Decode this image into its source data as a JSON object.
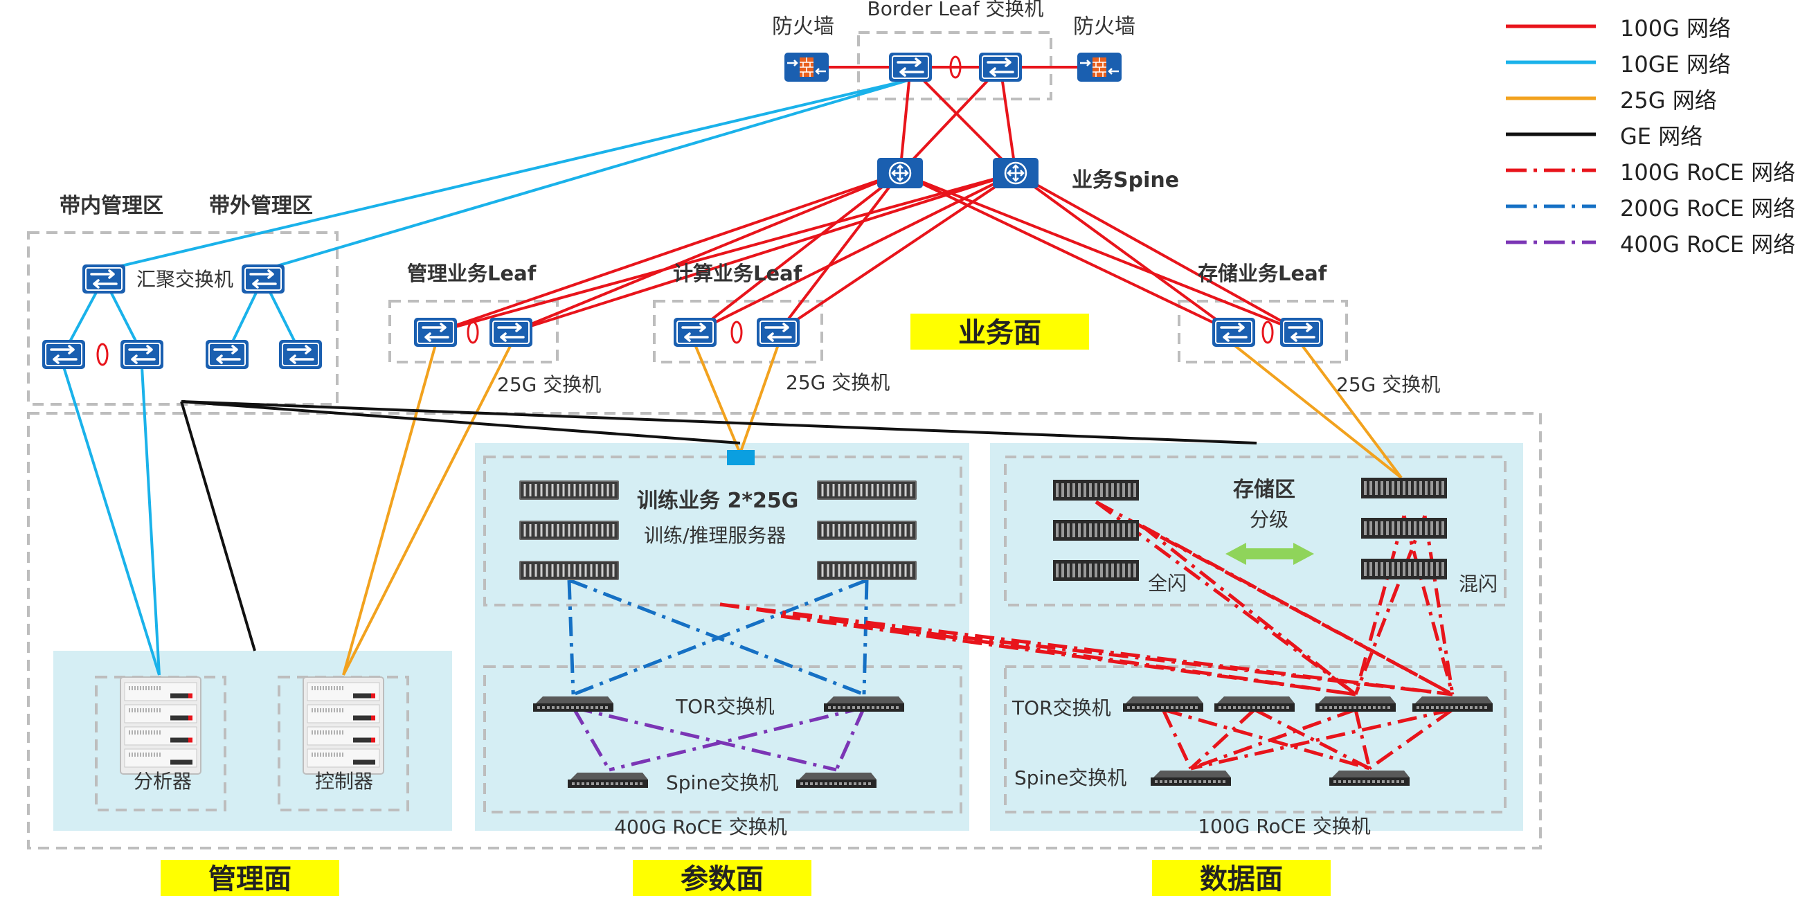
{
  "labels": {
    "firewall_left": "防火墙",
    "firewall_right": "防火墙",
    "border_leaf": "Border Leaf 交换机",
    "biz_spine": "业务Spine",
    "inband_mgmt": "带内管理区",
    "outband_mgmt": "带外管理区",
    "agg_switch": "汇聚交换机",
    "mgmt_leaf": "管理业务Leaf",
    "compute_leaf": "计算业务Leaf",
    "storage_leaf": "存储业务Leaf",
    "switch_25g_a": "25G 交换机",
    "switch_25g_b": "25G 交换机",
    "switch_25g_c": "25G 交换机",
    "training_biz": "训练业务 2*25G",
    "training_servers": "训练/推理服务器",
    "tor_switch_param": "TOR交换机",
    "spine_switch_param": "Spine交换机",
    "roce_400g": "400G RoCE 交换机",
    "storage_zone": "存储区",
    "tiering": "分级",
    "all_flash": "全闪",
    "hybrid_flash": "混闪",
    "tor_switch_data": "TOR交换机",
    "spine_switch_data": "Spine交换机",
    "roce_100g": "100G RoCE 交换机",
    "analyzer": "分析器",
    "controller": "控制器"
  },
  "planes": {
    "business": "业务面",
    "management": "管理面",
    "parameter": "参数面",
    "data": "数据面"
  },
  "legend": [
    {
      "label": "100G 网络",
      "color": "#e8141b",
      "style": "solid"
    },
    {
      "label": "10GE 网络",
      "color": "#1ab2ea",
      "style": "solid"
    },
    {
      "label": "25G 网络",
      "color": "#f2a21e",
      "style": "solid"
    },
    {
      "label": "GE 网络",
      "color": "#111111",
      "style": "solid"
    },
    {
      "label": "100G RoCE 网络",
      "color": "#e8141b",
      "style": "dashdot"
    },
    {
      "label": "200G RoCE 网络",
      "color": "#1570c4",
      "style": "dashdot"
    },
    {
      "label": "400G RoCE 网络",
      "color": "#7b35b5",
      "style": "dashdot"
    }
  ],
  "colors": {
    "red": "#e8141b",
    "cyan": "#1ab2ea",
    "orange": "#f2a21e",
    "black": "#111111",
    "blue_dd": "#1570c4",
    "purple": "#7b35b5",
    "switch_blue": "#1a5fb0",
    "panel_bg": "#d5eef4",
    "highlight": "#ffff00",
    "green_arrow": "#8fd45a"
  },
  "icons": {
    "switch": "switch-icon",
    "firewall": "firewall-icon",
    "router": "router-icon",
    "server": "server-icon",
    "flat_switch": "flat-switch-icon",
    "storage": "storage-array-icon",
    "appliance": "appliance-icon",
    "link_aggregation": "link-aggregation-icon",
    "bidirectional_arrow": "bidirectional-arrow-icon"
  }
}
